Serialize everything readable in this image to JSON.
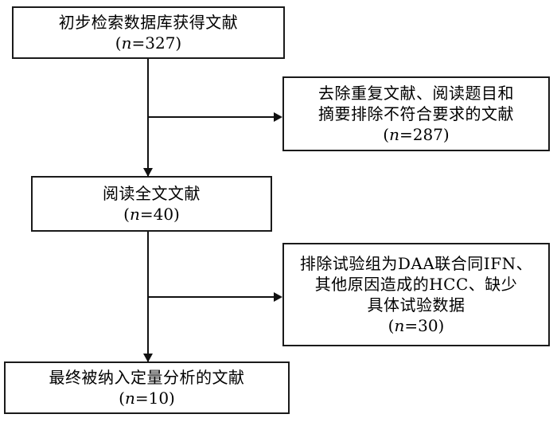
{
  "flowchart": {
    "type": "prisma-study-selection-flow",
    "nodes": [
      {
        "id": "initial-records",
        "lines": [
          "初步检索数据库获得文献"
        ],
        "count_prefix": "(",
        "count_var": "n",
        "count_value": "=327)"
      },
      {
        "id": "excluded-dupes",
        "lines": [
          "去除重复文献、阅读题目和",
          "摘要排除不符合要求的文献"
        ],
        "count_prefix": "(",
        "count_var": "n",
        "count_value": "=287)"
      },
      {
        "id": "fulltext-review",
        "lines": [
          "阅读全文文献"
        ],
        "count_prefix": "(",
        "count_var": "n",
        "count_value": "=40)"
      },
      {
        "id": "excluded-criteria",
        "lines": [
          "排除试验组为DAA联合同IFN、",
          "其他原因造成的HCC、缺少",
          "具体试验数据"
        ],
        "count_prefix": "(",
        "count_var": "n",
        "count_value": "=30)"
      },
      {
        "id": "final-included",
        "lines": [
          "最终被纳入定量分析的文献"
        ],
        "count_prefix": "(",
        "count_var": "n",
        "count_value": "=10)"
      }
    ],
    "colors": {
      "border": "#1a1a1a",
      "line": "#111111",
      "background": "#ffffff",
      "text": "#000000"
    }
  }
}
